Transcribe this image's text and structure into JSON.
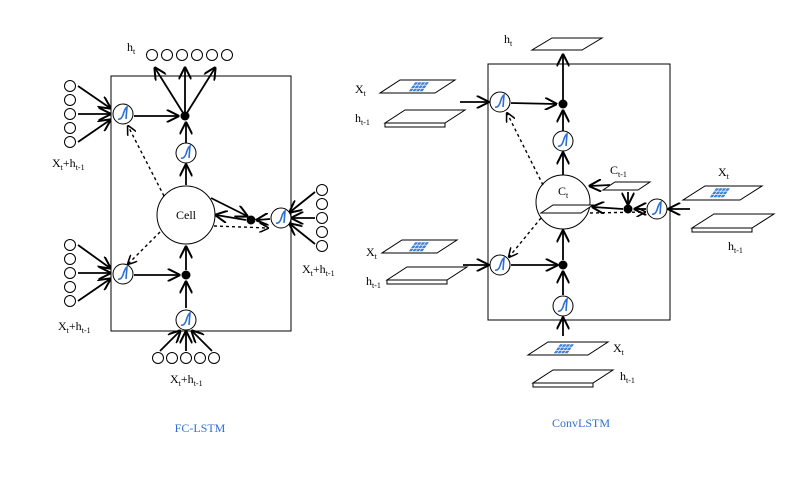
{
  "captions": {
    "left": "FC-LSTM",
    "right": "ConvLSTM"
  },
  "left": {
    "cell_label": "Cell",
    "ht": {
      "main": "h",
      "sub": "t"
    },
    "inputs": [
      {
        "main": "X",
        "sub1": "t",
        "plus": "+h",
        "sub2": "t-1"
      }
    ]
  },
  "right": {
    "cell": {
      "main": "C",
      "sub": "t"
    },
    "prev_cell": {
      "main": "C",
      "sub": "t-1"
    },
    "ht": {
      "main": "h",
      "sub": "t"
    },
    "x": {
      "main": "X",
      "sub": "t"
    },
    "h": {
      "main": "h",
      "sub": "t-1"
    }
  },
  "colors": {
    "accent": "#2d6fd1",
    "line": "#000000"
  }
}
